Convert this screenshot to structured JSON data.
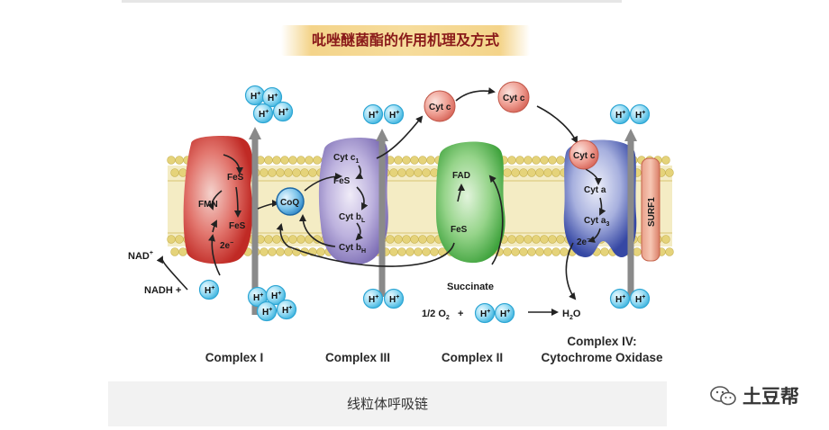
{
  "title": "吡唑醚菌酯的作用机理及方式",
  "caption": "线粒体呼吸链",
  "brand": "土豆帮",
  "labels": {
    "h": "H",
    "plus": "+",
    "cytc": "Cyt c",
    "cytc1": "Cyt c",
    "cytc1_sub": "1",
    "fes": "FeS",
    "fmn": "FMN",
    "two_e": "2e",
    "minus": "−",
    "coq": "CoQ",
    "cytb": "Cyt b",
    "sub_l": "L",
    "sub_h": "H",
    "fad": "FAD",
    "cyta": "Cyt a",
    "cyta3": "Cyt a",
    "sub_3": "3",
    "surf1": "SURF1",
    "nad": "NAD",
    "nadh": "NADH +",
    "succinate": "Succinate",
    "half_o2": "1/2 O",
    "o2_sub": "2",
    "plus_sign": "+",
    "h2o_h": "H",
    "h2o_sub": "2",
    "h2o_o": "O"
  },
  "complexes": {
    "c1": "Complex I",
    "c3": "Complex III",
    "c2": "Complex II",
    "c4_line1": "Complex IV:",
    "c4_line2": "Cytochrome Oxidase"
  },
  "colors": {
    "complex1": "#d9413b",
    "complex3": "#9c8ec9",
    "complex2": "#5cba5a",
    "complex4": "#4a62b8",
    "membrane": "#e5d37a",
    "proton": "#7fd2ef",
    "cytc": "#ec8a7c",
    "title_text": "#8a1a1a"
  }
}
